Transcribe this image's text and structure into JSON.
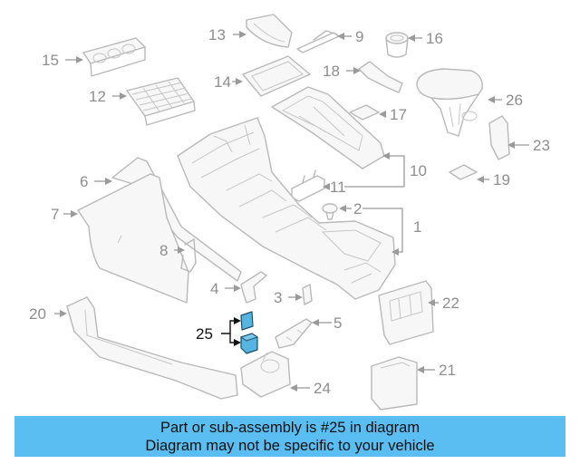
{
  "callouts": [
    "1",
    "2",
    "3",
    "4",
    "5",
    "6",
    "7",
    "8",
    "9",
    "10",
    "11",
    "12",
    "13",
    "14",
    "15",
    "16",
    "17",
    "18",
    "19",
    "20",
    "21",
    "22",
    "23",
    "24",
    "25",
    "26"
  ],
  "highlighted_part": "25",
  "colors": {
    "highlight": "#56b4e0",
    "banner": "#5bbef3",
    "line": "#b9b9b9"
  },
  "banner": {
    "line1": "Part or sub-assembly is #25 in diagram",
    "line2": "Diagram may not be specific to your vehicle"
  }
}
